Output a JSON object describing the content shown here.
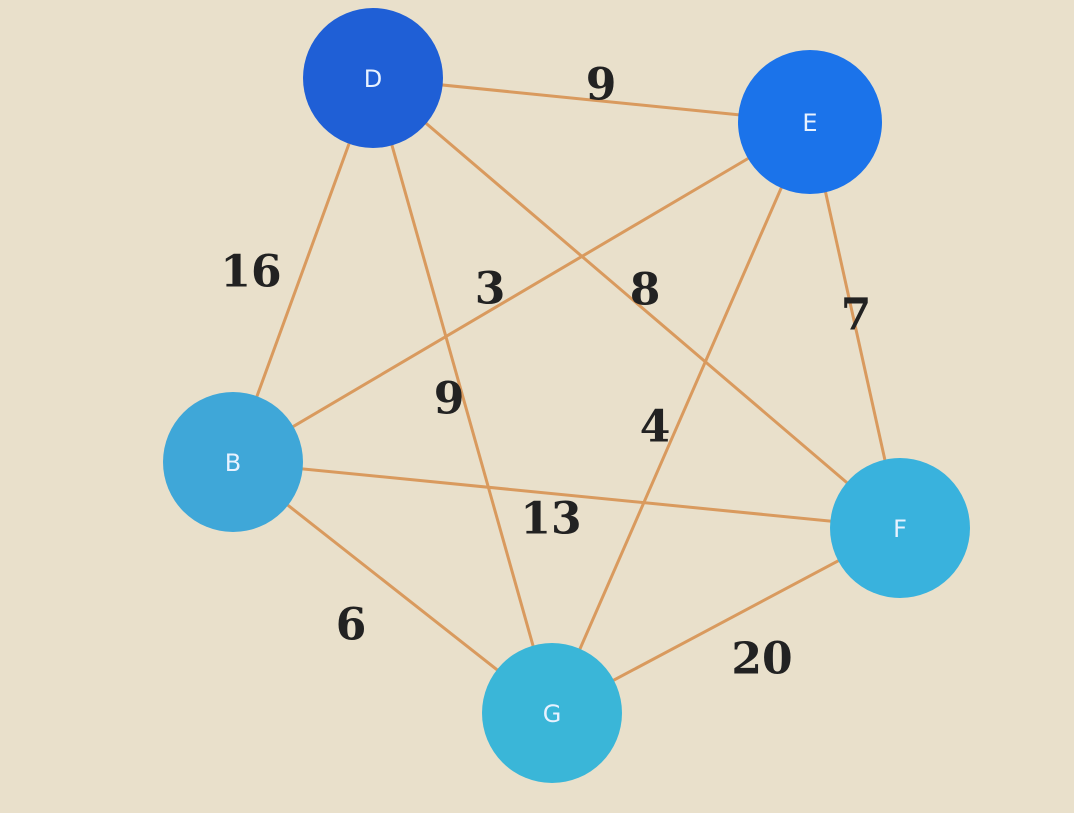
{
  "nodes": [
    {
      "id": "D",
      "label": "D",
      "color": "#1f5fd6"
    },
    {
      "id": "E",
      "label": "E",
      "color": "#1b73ea"
    },
    {
      "id": "B",
      "label": "B",
      "color": "#3fa7d8"
    },
    {
      "id": "F",
      "label": "F",
      "color": "#39b2dd"
    },
    {
      "id": "G",
      "label": "G",
      "color": "#3ab6d8"
    }
  ],
  "edges": [
    {
      "id": "D-E",
      "from": "D",
      "to": "E",
      "weight": "9"
    },
    {
      "id": "D-B",
      "from": "D",
      "to": "B",
      "weight": "16"
    },
    {
      "id": "D-G",
      "from": "D",
      "to": "G",
      "weight": "9"
    },
    {
      "id": "D-F",
      "from": "D",
      "to": "F",
      "weight": "8"
    },
    {
      "id": "E-B",
      "from": "E",
      "to": "B",
      "weight": "3"
    },
    {
      "id": "E-G",
      "from": "E",
      "to": "G",
      "weight": "4"
    },
    {
      "id": "E-F",
      "from": "E",
      "to": "F",
      "weight": "7"
    },
    {
      "id": "B-F",
      "from": "B",
      "to": "F",
      "weight": "13"
    },
    {
      "id": "B-G",
      "from": "B",
      "to": "G",
      "weight": "6"
    },
    {
      "id": "G-F",
      "from": "G",
      "to": "F",
      "weight": "20"
    }
  ],
  "colors": {
    "background": "#e9e0cb",
    "edge": "#d99a5e",
    "weight_text": "#222222",
    "node_label": "#e8f2ff"
  }
}
